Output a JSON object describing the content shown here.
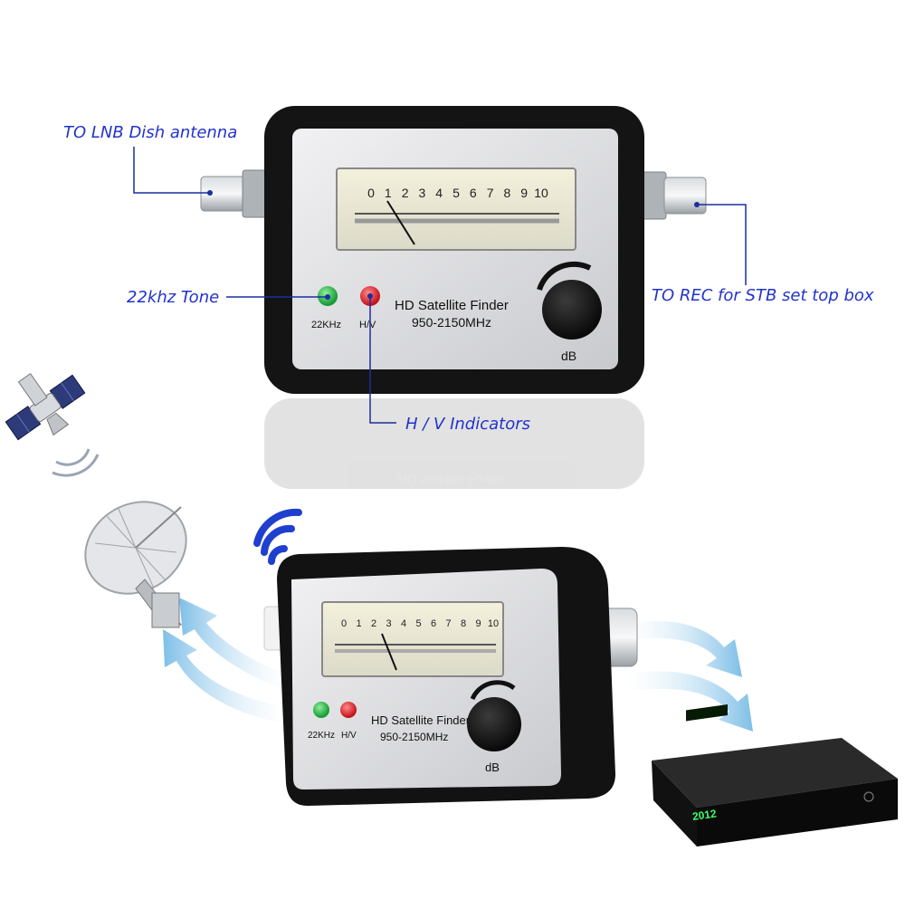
{
  "callouts": {
    "lnb": "TO LNB Dish antenna",
    "tone": "22khz Tone",
    "rec": "TO REC for STB set top box",
    "hv": "H / V Indicators"
  },
  "finder": {
    "title": "HD Satellite Finder",
    "freq": "950-2150MHz",
    "led_22k": "22KHz",
    "led_hv": "H/V",
    "db_label": "dB",
    "scale": [
      "0",
      "1",
      "2",
      "3",
      "4",
      "5",
      "6",
      "7",
      "8",
      "9",
      "10"
    ]
  },
  "settop": {
    "display": "2012"
  },
  "colors": {
    "callout": "#2233cc",
    "led_green": "#1fa33a",
    "led_red": "#d8202a",
    "arrow": "#8ec7ea",
    "signal_waves": "#1f3fcf"
  },
  "icons": [
    "satellite-icon",
    "satellite-dish-icon",
    "signal-waves-icon",
    "set-top-box-icon"
  ]
}
